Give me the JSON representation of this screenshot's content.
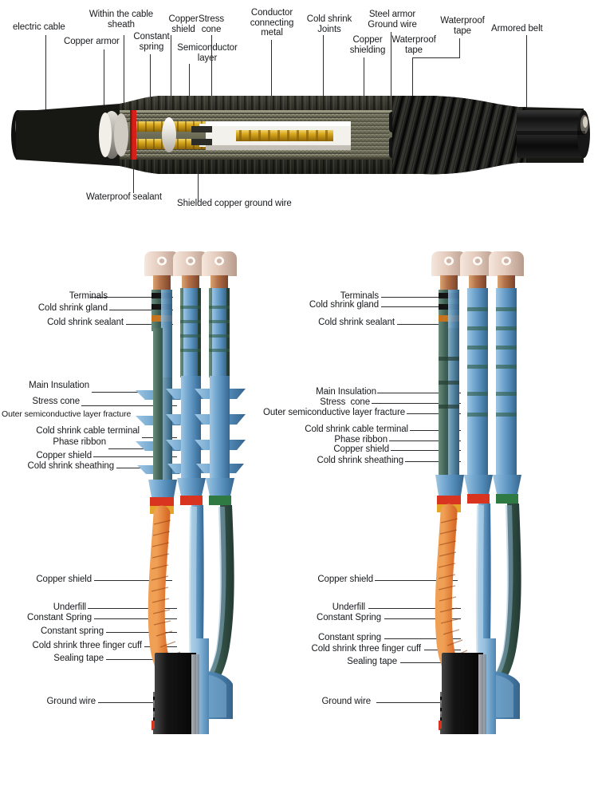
{
  "figure": {
    "type": "technical-illustration",
    "subject": "Cold shrink cable joint and cable termination kits (cutaway views)"
  },
  "joint_diagram": {
    "name": "cold-shrink-cable-joint-cutaway",
    "labels_top": [
      {
        "id": "electric-cable",
        "text": "electric cable"
      },
      {
        "id": "copper-armor",
        "text": "Copper armor"
      },
      {
        "id": "within-the-cable-sheath",
        "text": "Within the cable\nsheath"
      },
      {
        "id": "constant-spring",
        "text": "Constant\nspring"
      },
      {
        "id": "copper-shield",
        "text": "Copper\nshield"
      },
      {
        "id": "semiconductor-layer",
        "text": "Semiconductor\nlayer"
      },
      {
        "id": "stress-cone",
        "text": "Stress\ncone"
      },
      {
        "id": "conductor-connecting-metal",
        "text": "Conductor\nconnecting\nmetal"
      },
      {
        "id": "cold-shrink-joints",
        "text": "Cold shrink\nJoints"
      },
      {
        "id": "copper-shielding",
        "text": "Copper\nshielding"
      },
      {
        "id": "steel-armor-ground-wire",
        "text": "Steel armor\nGround wire"
      },
      {
        "id": "waterproof-tape-1",
        "text": "Waterproof\ntape"
      },
      {
        "id": "waterproof-tape-2",
        "text": "Waterproof\ntape"
      },
      {
        "id": "armored-belt",
        "text": "Armored belt"
      }
    ],
    "labels_bottom": [
      {
        "id": "waterproof-sealant",
        "text": "Waterproof sealant"
      },
      {
        "id": "shielded-copper-ground-wire",
        "text": "Shielded copper ground wire"
      }
    ]
  },
  "termination_left": {
    "name": "outdoor-cold-shrink-termination",
    "labels": [
      {
        "id": "terminals",
        "text": "Terminals"
      },
      {
        "id": "cold-shrink-gland",
        "text": "Cold shrink gland"
      },
      {
        "id": "cold-shrink-sealant",
        "text": "Cold shrink sealant"
      },
      {
        "id": "main-insulation",
        "text": "Main Insulation"
      },
      {
        "id": "stress-cone",
        "text": "Stress cone"
      },
      {
        "id": "outer-semiconductive-layer-fracture",
        "text": "Outer semiconductive layer fracture"
      },
      {
        "id": "cold-shrink-cable-terminal",
        "text": "Cold shrink cable terminal"
      },
      {
        "id": "phase-ribbon",
        "text": "Phase ribbon"
      },
      {
        "id": "copper-shield-upper",
        "text": "Copper shield"
      },
      {
        "id": "cold-shrink-sheathing",
        "text": "Cold shrink sheathing"
      },
      {
        "id": "copper-shield-lower",
        "text": "Copper shield"
      },
      {
        "id": "underfill",
        "text": "Underfill"
      },
      {
        "id": "constant-spring-upper",
        "text": "Constant Spring"
      },
      {
        "id": "constant-spring-lower",
        "text": "Constant spring"
      },
      {
        "id": "cold-shrink-three-finger-cuff",
        "text": "Cold shrink three finger cuff"
      },
      {
        "id": "sealing-tape",
        "text": "Sealing tape"
      },
      {
        "id": "ground-wire",
        "text": "Ground wire"
      }
    ]
  },
  "termination_right": {
    "name": "indoor-cold-shrink-termination",
    "labels": [
      {
        "id": "terminals",
        "text": "Terminals"
      },
      {
        "id": "cold-shrink-gland",
        "text": "Cold shrink gland"
      },
      {
        "id": "cold-shrink-sealant",
        "text": "Cold shrink sealant"
      },
      {
        "id": "main-insulation",
        "text": "Main Insulation"
      },
      {
        "id": "stress-cone",
        "text": "Stress  cone"
      },
      {
        "id": "outer-semiconductive-layer-fracture",
        "text": "Outer semiconductive layer fracture"
      },
      {
        "id": "cold-shrink-cable-terminal",
        "text": "Cold shrink cable terminal"
      },
      {
        "id": "phase-ribbon",
        "text": "Phase ribbon"
      },
      {
        "id": "copper-shield-upper",
        "text": "Copper shield"
      },
      {
        "id": "cold-shrink-sheathing",
        "text": "Cold shrink sheathing"
      },
      {
        "id": "copper-shield-lower",
        "text": "Copper shield"
      },
      {
        "id": "underfill",
        "text": "Underfill"
      },
      {
        "id": "constant-spring-upper",
        "text": "Constant Spring"
      },
      {
        "id": "constant-spring-lower",
        "text": "Constant spring"
      },
      {
        "id": "cold-shrink-three-finger-cuff",
        "text": "Cold shrink three finger cuff"
      },
      {
        "id": "sealing-tape",
        "text": "Sealing tape"
      },
      {
        "id": "ground-wire",
        "text": "Ground wire"
      }
    ]
  },
  "colors": {
    "background": "#ffffff",
    "label_text": "#17191c",
    "leader_line": "#2a2c2f",
    "cable_jacket_black": "#161616",
    "armor_dark": "#2b2b26",
    "copper_yellow": "#d5a516",
    "copper_gold": "#c9951a",
    "insulation_white": "#ece9e3",
    "sealant_red": "#d61f16",
    "metal_silver": "#b9b6b0",
    "conductor_copper": "#b0724a",
    "shield_mesh": "#8a8a78",
    "termination_blue": "#6fa6cf",
    "termination_blue_dark": "#4d86b4",
    "termination_green": "#3e5f52",
    "copper_braid_orange": "#d96a28",
    "lug_pink": "#e6cfc4",
    "phase_red": "#d8341f",
    "phase_green": "#2f7a43",
    "phase_yellow": "#e0a21c",
    "underfill_yellow": "#e8b12a"
  }
}
